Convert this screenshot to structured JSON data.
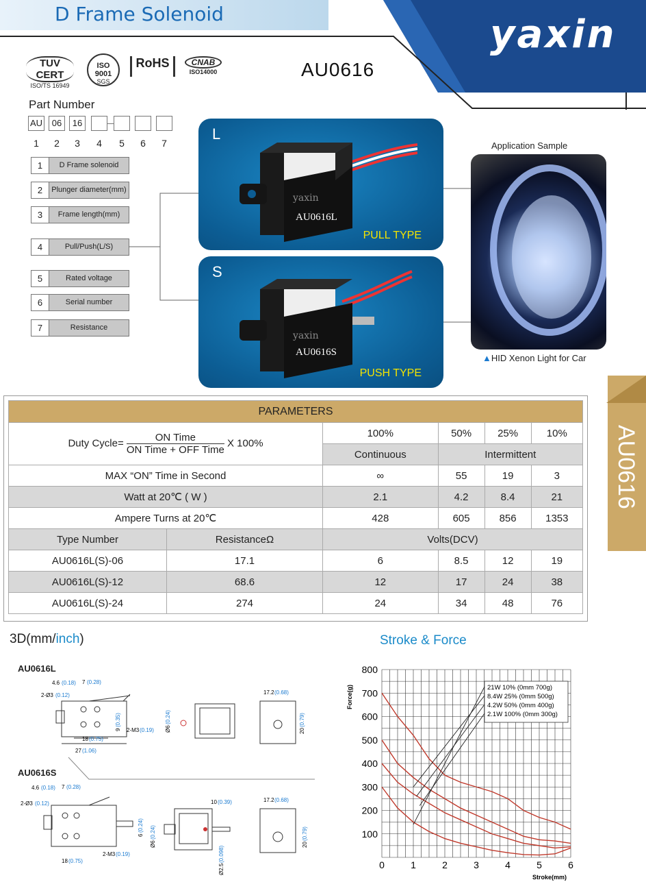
{
  "header": {
    "title": "D Frame Solenoid",
    "brand": "yaxin",
    "model": "AU0616"
  },
  "certs": [
    {
      "name": "TUV CERT",
      "sub": "ISO/TS 16949"
    },
    {
      "name": "ISO 9001",
      "sub": "SGS"
    },
    {
      "name": "RoHS",
      "sub": ""
    },
    {
      "name": "CNAB",
      "sub": "ISO14000"
    }
  ],
  "part_number": {
    "title": "Part Number",
    "boxes": [
      "AU",
      "06",
      "16",
      "",
      "",
      "",
      ""
    ],
    "positions": [
      "1",
      "2",
      "3",
      "4",
      "5",
      "6",
      "7"
    ],
    "key": [
      {
        "n": "1",
        "label": "D Frame solenoid"
      },
      {
        "n": "2",
        "label": "Plunger diameter(mm)"
      },
      {
        "n": "3",
        "label": "Frame length(mm)"
      },
      {
        "n": "4",
        "label": "Pull/Push(L/S)"
      },
      {
        "n": "5",
        "label": "Rated voltage"
      },
      {
        "n": "6",
        "label": "Serial number"
      },
      {
        "n": "7",
        "label": "Resistance"
      }
    ]
  },
  "panels": {
    "pull": {
      "letter": "L",
      "type": "PULL TYPE",
      "label": "AU0616L",
      "logo": "yaxin"
    },
    "push": {
      "letter": "S",
      "type": "PUSH TYPE",
      "label": "AU0616S",
      "logo": "yaxin"
    }
  },
  "application": {
    "caption": "Application Sample",
    "note": "HID Xenon Light for Car"
  },
  "side_tab": "AU0616",
  "params": {
    "title": "PARAMETERS",
    "duty_label": "Duty Cycle=",
    "duty_num": "ON Time",
    "duty_den": "ON Time + OFF Time",
    "duty_mult": "X 100%",
    "duty": [
      "100%",
      "50%",
      "25%",
      "10%"
    ],
    "continuous": "Continuous",
    "intermittent": "Intermittent",
    "rows": [
      {
        "label": "MAX “ON” Time in Second",
        "values": [
          "∞",
          "55",
          "19",
          "3"
        ]
      },
      {
        "label": "Watt at 20℃ ( W )",
        "values": [
          "2.1",
          "4.2",
          "8.4",
          "21"
        ]
      },
      {
        "label": "Ampere Turns at 20℃",
        "values": [
          "428",
          "605",
          "856",
          "1353"
        ]
      }
    ],
    "type_header": "Type Number",
    "res_header": "ResistanceΩ",
    "volts_header": "Volts(DCV)",
    "types": [
      {
        "name": "AU0616L(S)-06",
        "res": "17.1",
        "volts": [
          "6",
          "8.5",
          "12",
          "19"
        ]
      },
      {
        "name": "AU0616L(S)-12",
        "res": "68.6",
        "volts": [
          "12",
          "17",
          "24",
          "38"
        ]
      },
      {
        "name": "AU0616L(S)-24",
        "res": "274",
        "volts": [
          "24",
          "34",
          "48",
          "76"
        ]
      }
    ]
  },
  "drawings": {
    "title_a": "3D(mm/",
    "title_b": "inch",
    "title_c": ")",
    "l_label": "AU0616L",
    "s_label": "AU0616S",
    "dims": {
      "d46": "4.6",
      "d46i": "(0.18)",
      "d7": "7",
      "d7i": "(0.28)",
      "d2": "2-Ø3",
      "d2i": "(0.12)",
      "d9": "9",
      "d9i": "(0.35)",
      "m3": "2-M3",
      "m3i": "(0.19)",
      "d18": "18",
      "d18i": "(0.75)",
      "d27": "27",
      "d27i": "(1.06)",
      "d172": "17.2",
      "d172i": "(0.68)",
      "d20": "20",
      "d20i": "(0.79)",
      "d6": "Ø6",
      "d6i": "(0.24)",
      "d10": "10",
      "d10i": "(0.39)",
      "d25": "Ø2.5",
      "d25i": "(0.098)",
      "d6b": "6",
      "d6bi": "(0.24)"
    }
  },
  "chart_data": {
    "type": "line",
    "title": "Stroke & Force",
    "xlabel": "Stroke(mm)",
    "ylabel": "Force(g)",
    "xlim": [
      0,
      6
    ],
    "ylim": [
      0,
      800
    ],
    "xticks": [
      "0",
      "1",
      "2",
      "3",
      "4",
      "5",
      "6"
    ],
    "yticks": [
      "100",
      "200",
      "300",
      "400",
      "500",
      "600",
      "700",
      "800"
    ],
    "grid": true,
    "color": "#c0392b",
    "legend": [
      "21W 10% (0mm 700g)",
      "8.4W 25% (0mm 500g)",
      "4.2W 50% (0mm 400g)",
      "2.1W 100% (0mm 300g)"
    ],
    "series": [
      {
        "name": "21W 10% (0mm 700g)",
        "x": [
          0,
          0.5,
          1,
          1.5,
          2,
          2.5,
          3,
          3.5,
          4,
          4.5,
          5,
          5.5,
          6
        ],
        "y": [
          700,
          600,
          520,
          420,
          350,
          320,
          300,
          280,
          250,
          200,
          170,
          150,
          120
        ]
      },
      {
        "name": "8.4W 25% (0mm 500g)",
        "x": [
          0,
          0.5,
          1,
          1.5,
          2,
          2.5,
          3,
          3.5,
          4,
          4.5,
          5,
          5.5,
          6
        ],
        "y": [
          500,
          400,
          340,
          290,
          250,
          210,
          180,
          150,
          120,
          90,
          75,
          70,
          60
        ]
      },
      {
        "name": "4.2W 50% (0mm 400g)",
        "x": [
          0,
          0.5,
          1,
          1.5,
          2,
          2.5,
          3,
          3.5,
          4,
          4.5,
          5,
          5.5,
          6
        ],
        "y": [
          400,
          320,
          270,
          230,
          190,
          160,
          130,
          100,
          80,
          60,
          50,
          40,
          45
        ]
      },
      {
        "name": "2.1W 100% (0mm 300g)",
        "x": [
          0,
          0.5,
          1,
          1.5,
          2,
          2.5,
          3,
          3.5,
          4,
          4.5,
          5,
          5.5,
          6
        ],
        "y": [
          300,
          210,
          150,
          110,
          80,
          60,
          45,
          30,
          20,
          12,
          10,
          15,
          40
        ]
      }
    ]
  }
}
